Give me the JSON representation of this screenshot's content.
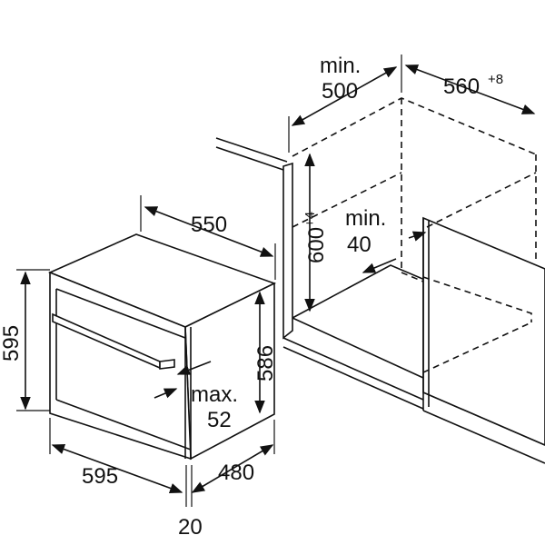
{
  "dimensions": {
    "niche_depth": {
      "line1": "min.",
      "line2": "500"
    },
    "niche_width": {
      "value": "560",
      "tolerance": "+8"
    },
    "niche_height": {
      "value": "600",
      "tolerance": "+4"
    },
    "vent_gap": {
      "line1": "min.",
      "line2": "40"
    },
    "oven_depth": "550",
    "oven_height": "595",
    "oven_body_height": "586",
    "handle_projection": {
      "line1": "max.",
      "line2": "52"
    },
    "oven_width": "595",
    "body_depth": "480",
    "front_thickness": "20"
  }
}
